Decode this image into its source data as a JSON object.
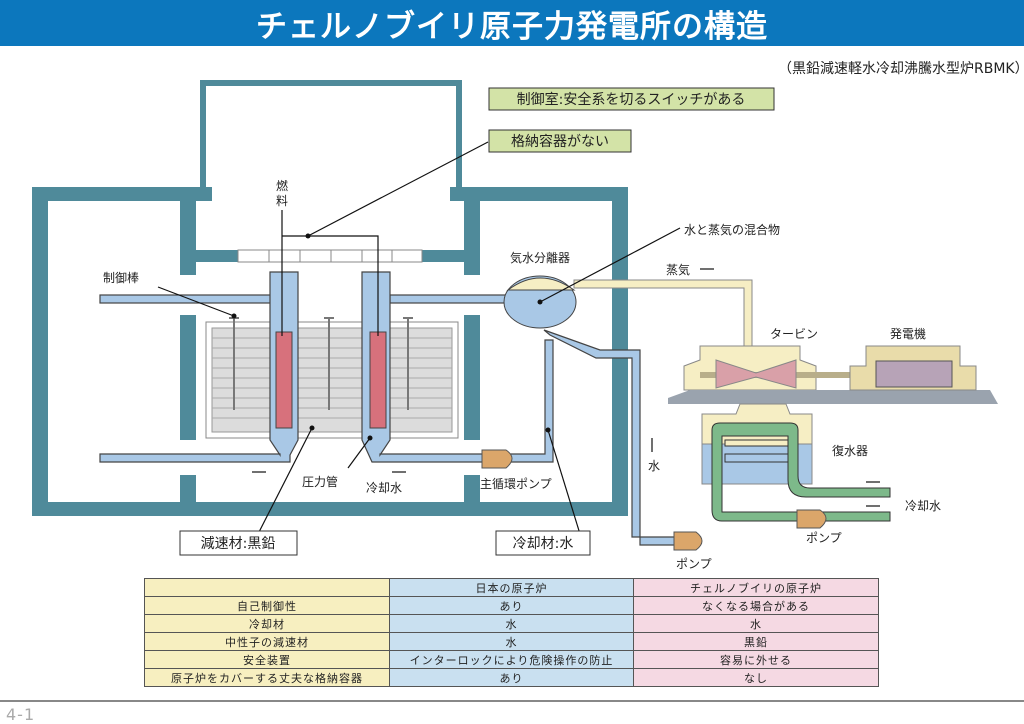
{
  "header": {
    "title": "チェルノブイリ原子力発電所の構造",
    "subtitle": "（黒鉛減速軽水冷却沸騰水型炉RBMK）"
  },
  "diagram": {
    "callouts": {
      "control_room": "制御室:安全系を切るスイッチがある",
      "no_containment": "格納容器がない",
      "moderator": "減速材:黒鉛",
      "coolant": "冷却材:水"
    },
    "labels": {
      "fuel_line1": "燃",
      "fuel_line2": "料",
      "control_rod": "制御棒",
      "steam_separator": "気水分離器",
      "water_steam_mixture": "水と蒸気の混合物",
      "steam": "蒸気",
      "turbine": "タービン",
      "generator": "発電機",
      "condenser": "復水器",
      "water": "水",
      "cooling_water_right": "冷却水",
      "pump_condenser": "ポンプ",
      "pump_feed": "ポンプ",
      "pressure_tube": "圧力管",
      "cooling_water_core": "冷却水",
      "main_circulation_pump": "主循環ポンプ"
    },
    "colors": {
      "building": "#4f8a9a",
      "water": "#a9c8e6",
      "steam": "#f6eec4",
      "fuel": "#d7717c",
      "graphite": "#dcdcdc",
      "pump": "#dba66a",
      "cooling_loop": "#7db98a",
      "callout_green": "#d3e3a7"
    }
  },
  "table": {
    "columns": [
      "日本の原子炉",
      "チェルノブイリの原子炉"
    ],
    "rows": [
      {
        "label": "自己制御性",
        "japan": "あり",
        "chernobyl": "なくなる場合がある"
      },
      {
        "label": "冷却材",
        "japan": "水",
        "chernobyl": "水"
      },
      {
        "label": "中性子の減速材",
        "japan": "水",
        "chernobyl": "黒鉛"
      },
      {
        "label": "安全装置",
        "japan": "インターロックにより危険操作の防止",
        "chernobyl": "容易に外せる"
      },
      {
        "label": "原子炉をカバーする丈夫な格納容器",
        "japan": "あり",
        "chernobyl": "なし"
      }
    ]
  },
  "footer": {
    "page_number": "4-1"
  }
}
